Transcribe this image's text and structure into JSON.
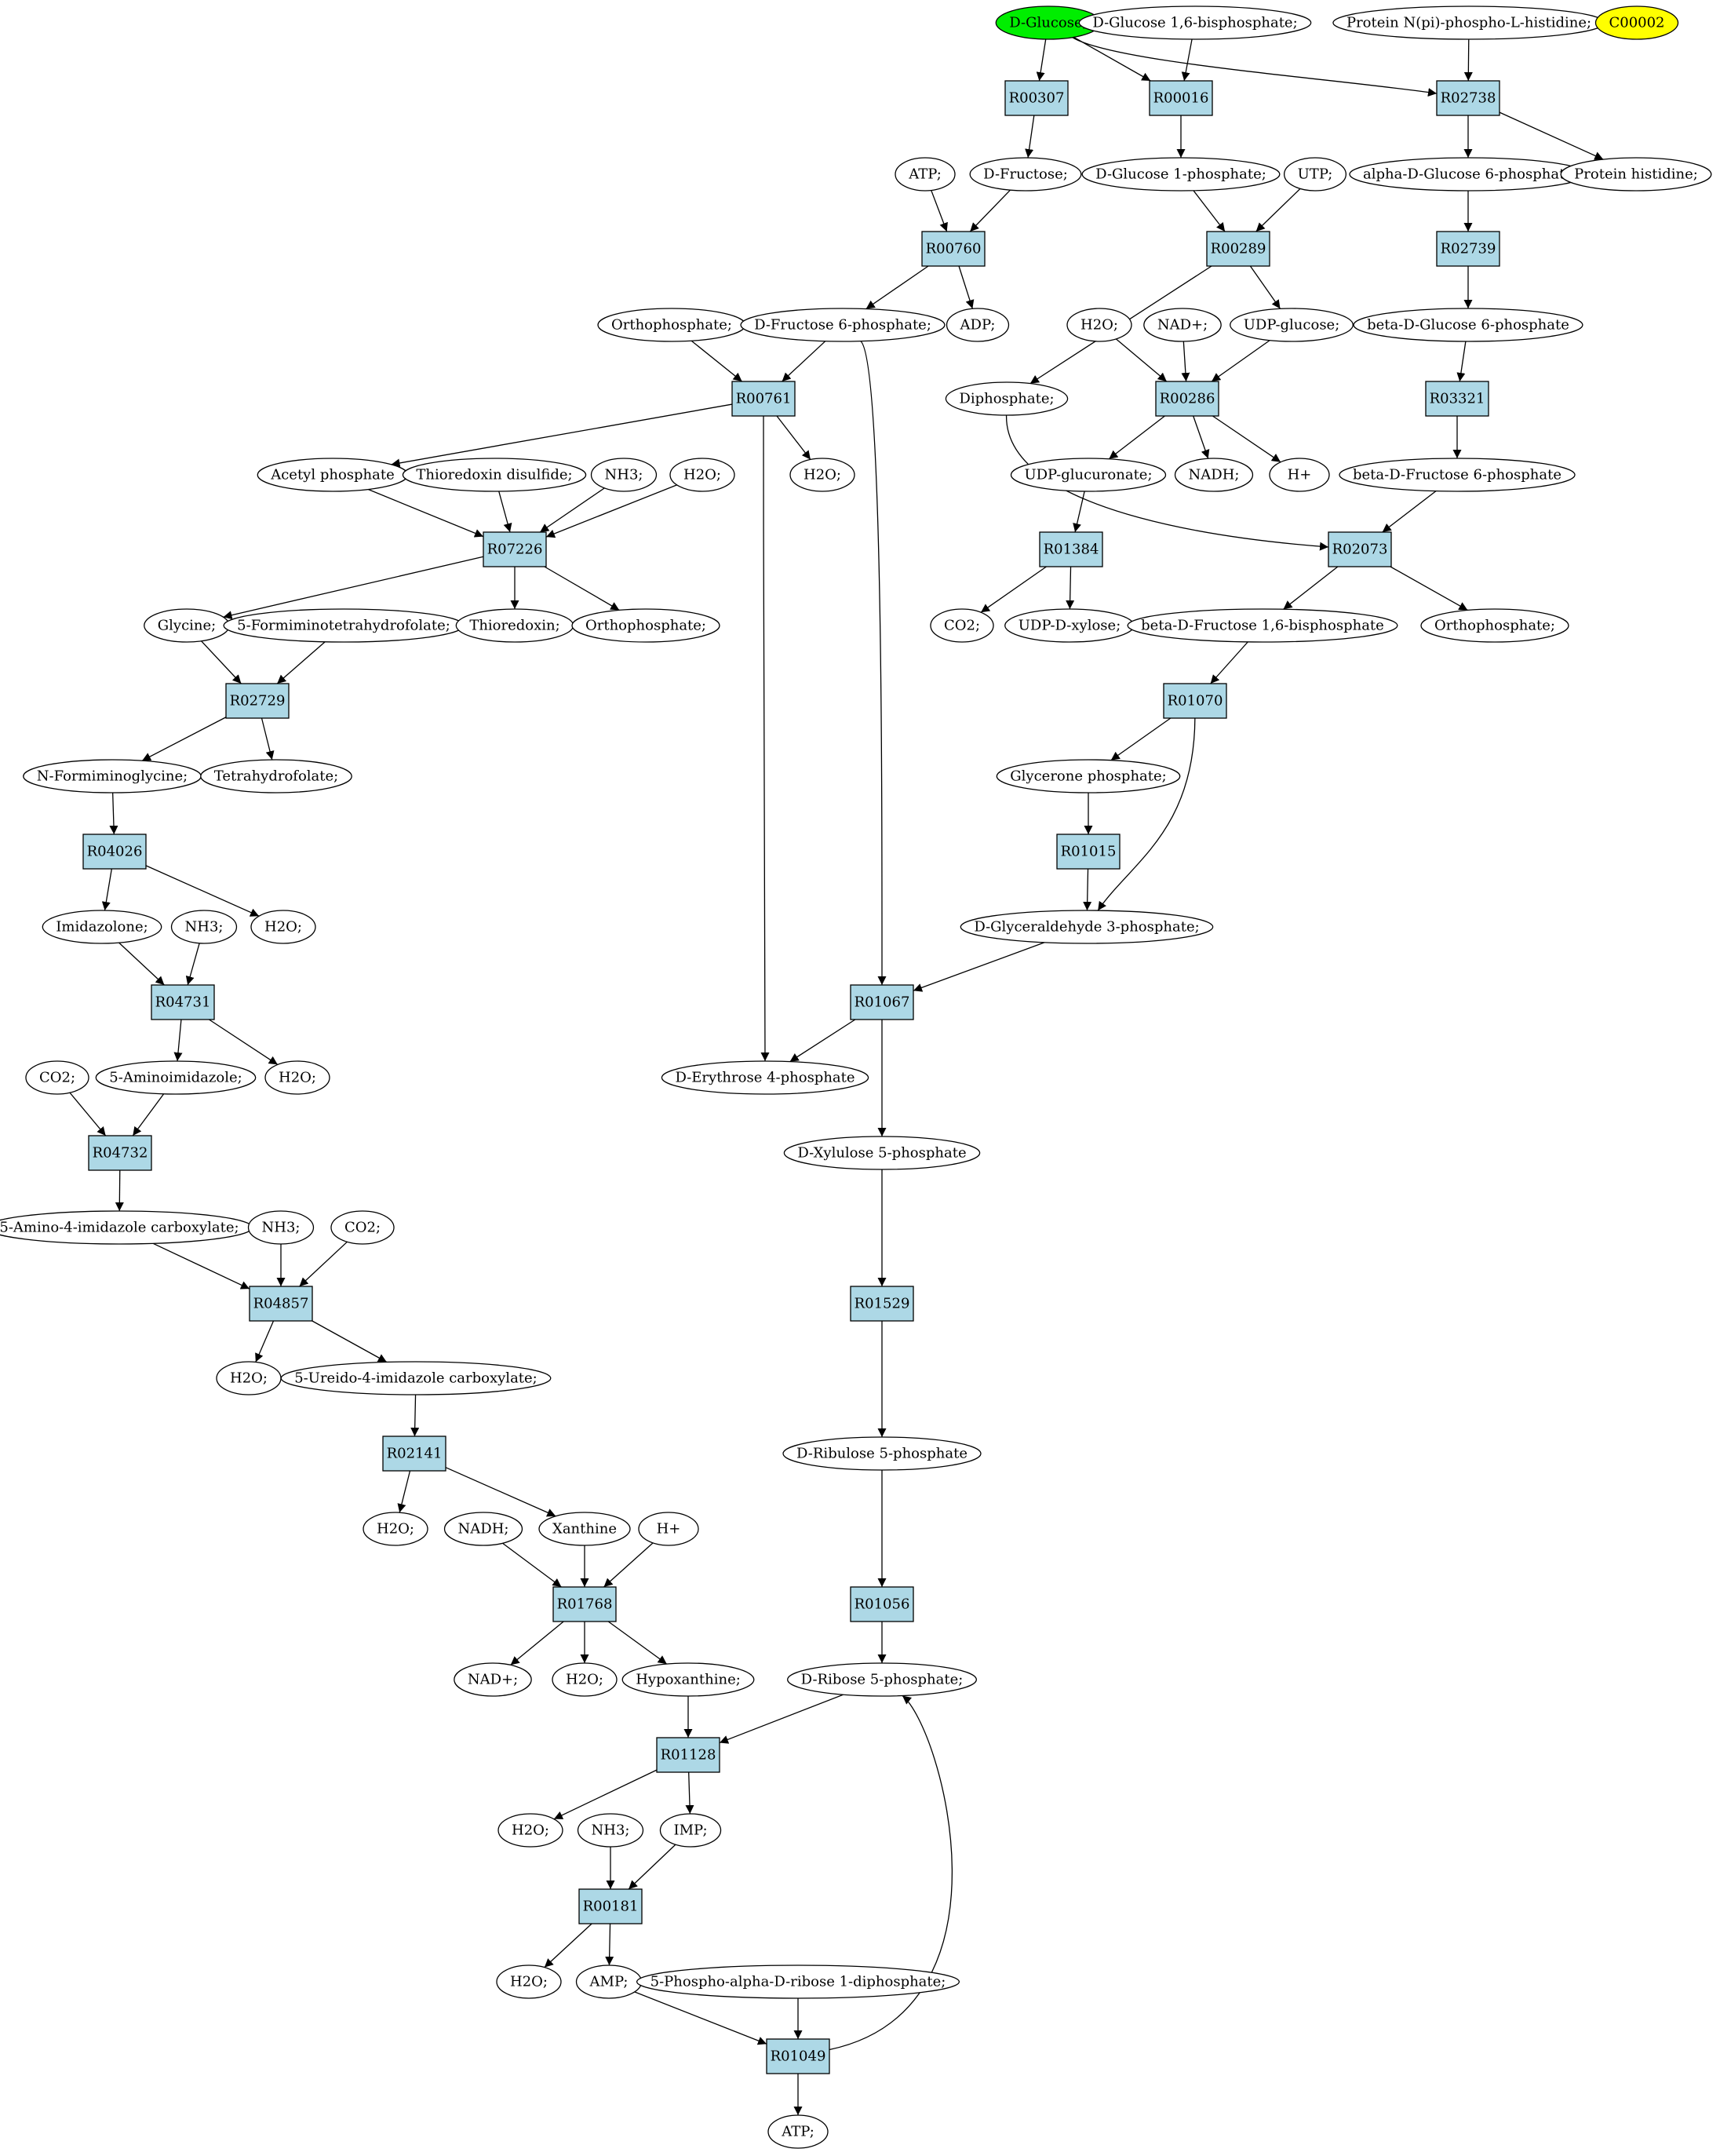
{
  "colors": {
    "reaction_fill": "#add8e6",
    "metabolite_fill": "#ffffff",
    "source_fill": "#00ee00",
    "highlight_fill": "#ffff00",
    "stroke": "#000000"
  },
  "nodes": [
    {
      "id": "m_glucose",
      "kind": "metabolite",
      "label": "D-Glucose;",
      "fill": "source"
    },
    {
      "id": "m_g16bp",
      "kind": "metabolite",
      "label": "D-Glucose 1,6-bisphosphate;"
    },
    {
      "id": "m_protphos",
      "kind": "metabolite",
      "label": "Protein N(pi)-phospho-L-histidine;"
    },
    {
      "id": "m_c00002",
      "kind": "metabolite",
      "label": "C00002",
      "fill": "highlight"
    },
    {
      "id": "R00307",
      "kind": "reaction",
      "label": "R00307"
    },
    {
      "id": "R00016",
      "kind": "reaction",
      "label": "R00016"
    },
    {
      "id": "R02738",
      "kind": "reaction",
      "label": "R02738"
    },
    {
      "id": "m_atp1",
      "kind": "metabolite",
      "label": "ATP;"
    },
    {
      "id": "m_fructose",
      "kind": "metabolite",
      "label": "D-Fructose;"
    },
    {
      "id": "m_g1p",
      "kind": "metabolite",
      "label": "D-Glucose 1-phosphate;"
    },
    {
      "id": "m_utp",
      "kind": "metabolite",
      "label": "UTP;"
    },
    {
      "id": "m_ag6p",
      "kind": "metabolite",
      "label": "alpha-D-Glucose 6-phosphate"
    },
    {
      "id": "m_prothis",
      "kind": "metabolite",
      "label": "Protein histidine;"
    },
    {
      "id": "R00760",
      "kind": "reaction",
      "label": "R00760"
    },
    {
      "id": "R00289",
      "kind": "reaction",
      "label": "R00289"
    },
    {
      "id": "R02739",
      "kind": "reaction",
      "label": "R02739"
    },
    {
      "id": "m_ortho1",
      "kind": "metabolite",
      "label": "Orthophosphate;"
    },
    {
      "id": "m_f6p",
      "kind": "metabolite",
      "label": "D-Fructose 6-phosphate;"
    },
    {
      "id": "m_adp",
      "kind": "metabolite",
      "label": "ADP;"
    },
    {
      "id": "m_h2o_a",
      "kind": "metabolite",
      "label": "H2O;"
    },
    {
      "id": "m_nad1",
      "kind": "metabolite",
      "label": "NAD+;"
    },
    {
      "id": "m_udpglc",
      "kind": "metabolite",
      "label": "UDP-glucose;"
    },
    {
      "id": "m_bg6p",
      "kind": "metabolite",
      "label": "beta-D-Glucose 6-phosphate"
    },
    {
      "id": "R00761",
      "kind": "reaction",
      "label": "R00761"
    },
    {
      "id": "m_diphos",
      "kind": "metabolite",
      "label": "Diphosphate;"
    },
    {
      "id": "R00286",
      "kind": "reaction",
      "label": "R00286"
    },
    {
      "id": "R03321",
      "kind": "reaction",
      "label": "R03321"
    },
    {
      "id": "m_acp",
      "kind": "metabolite",
      "label": "Acetyl phosphate"
    },
    {
      "id": "m_trxss",
      "kind": "metabolite",
      "label": "Thioredoxin disulfide;"
    },
    {
      "id": "m_nh3_a",
      "kind": "metabolite",
      "label": "NH3;"
    },
    {
      "id": "m_h2o_b",
      "kind": "metabolite",
      "label": "H2O;"
    },
    {
      "id": "m_h2o_c",
      "kind": "metabolite",
      "label": "H2O;"
    },
    {
      "id": "m_udpglcu",
      "kind": "metabolite",
      "label": "UDP-glucuronate;"
    },
    {
      "id": "m_nadh1",
      "kind": "metabolite",
      "label": "NADH;"
    },
    {
      "id": "m_hplus1",
      "kind": "metabolite",
      "label": "H+"
    },
    {
      "id": "m_bf6p",
      "kind": "metabolite",
      "label": "beta-D-Fructose 6-phosphate"
    },
    {
      "id": "R07226",
      "kind": "reaction",
      "label": "R07226"
    },
    {
      "id": "R01384",
      "kind": "reaction",
      "label": "R01384"
    },
    {
      "id": "R02073",
      "kind": "reaction",
      "label": "R02073"
    },
    {
      "id": "m_glycine",
      "kind": "metabolite",
      "label": "Glycine;"
    },
    {
      "id": "m_fthf",
      "kind": "metabolite",
      "label": "5-Formiminotetrahydrofolate;"
    },
    {
      "id": "m_trx",
      "kind": "metabolite",
      "label": "Thioredoxin;"
    },
    {
      "id": "m_ortho2",
      "kind": "metabolite",
      "label": "Orthophosphate;"
    },
    {
      "id": "m_co2_a",
      "kind": "metabolite",
      "label": "CO2;"
    },
    {
      "id": "m_udpxyl",
      "kind": "metabolite",
      "label": "UDP-D-xylose;"
    },
    {
      "id": "m_bf16bp",
      "kind": "metabolite",
      "label": "beta-D-Fructose 1,6-bisphosphate"
    },
    {
      "id": "m_ortho3",
      "kind": "metabolite",
      "label": "Orthophosphate;"
    },
    {
      "id": "R02729",
      "kind": "reaction",
      "label": "R02729"
    },
    {
      "id": "R01070",
      "kind": "reaction",
      "label": "R01070"
    },
    {
      "id": "m_nfgly",
      "kind": "metabolite",
      "label": "N-Formiminoglycine;"
    },
    {
      "id": "m_thf",
      "kind": "metabolite",
      "label": "Tetrahydrofolate;"
    },
    {
      "id": "m_dhap",
      "kind": "metabolite",
      "label": "Glycerone phosphate;"
    },
    {
      "id": "R04026",
      "kind": "reaction",
      "label": "R04026"
    },
    {
      "id": "R01015",
      "kind": "reaction",
      "label": "R01015"
    },
    {
      "id": "m_imidaz",
      "kind": "metabolite",
      "label": "Imidazolone;"
    },
    {
      "id": "m_nh3_b",
      "kind": "metabolite",
      "label": "NH3;"
    },
    {
      "id": "m_h2o_d",
      "kind": "metabolite",
      "label": "H2O;"
    },
    {
      "id": "m_g3p",
      "kind": "metabolite",
      "label": "D-Glyceraldehyde 3-phosphate;"
    },
    {
      "id": "R04731",
      "kind": "reaction",
      "label": "R04731"
    },
    {
      "id": "R01067",
      "kind": "reaction",
      "label": "R01067"
    },
    {
      "id": "m_co2_b",
      "kind": "metabolite",
      "label": "CO2;"
    },
    {
      "id": "m_5ai",
      "kind": "metabolite",
      "label": "5-Aminoimidazole;"
    },
    {
      "id": "m_h2o_e",
      "kind": "metabolite",
      "label": "H2O;"
    },
    {
      "id": "m_e4p",
      "kind": "metabolite",
      "label": "D-Erythrose 4-phosphate"
    },
    {
      "id": "R04732",
      "kind": "reaction",
      "label": "R04732"
    },
    {
      "id": "m_x5p",
      "kind": "metabolite",
      "label": "D-Xylulose 5-phosphate"
    },
    {
      "id": "m_aica",
      "kind": "metabolite",
      "label": "5-Amino-4-imidazole carboxylate;"
    },
    {
      "id": "m_nh3_c",
      "kind": "metabolite",
      "label": "NH3;"
    },
    {
      "id": "m_co2_c",
      "kind": "metabolite",
      "label": "CO2;"
    },
    {
      "id": "R04857",
      "kind": "reaction",
      "label": "R04857"
    },
    {
      "id": "R01529",
      "kind": "reaction",
      "label": "R01529"
    },
    {
      "id": "m_h2o_f",
      "kind": "metabolite",
      "label": "H2O;"
    },
    {
      "id": "m_uica",
      "kind": "metabolite",
      "label": "5-Ureido-4-imidazole carboxylate;"
    },
    {
      "id": "R02141",
      "kind": "reaction",
      "label": "R02141"
    },
    {
      "id": "m_ru5p",
      "kind": "metabolite",
      "label": "D-Ribulose 5-phosphate"
    },
    {
      "id": "m_h2o_g",
      "kind": "metabolite",
      "label": "H2O;"
    },
    {
      "id": "m_nadh2",
      "kind": "metabolite",
      "label": "NADH;"
    },
    {
      "id": "m_xanthine",
      "kind": "metabolite",
      "label": "Xanthine"
    },
    {
      "id": "m_hplus2",
      "kind": "metabolite",
      "label": "H+"
    },
    {
      "id": "R01768",
      "kind": "reaction",
      "label": "R01768"
    },
    {
      "id": "R01056",
      "kind": "reaction",
      "label": "R01056"
    },
    {
      "id": "m_nad2",
      "kind": "metabolite",
      "label": "NAD+;"
    },
    {
      "id": "m_h2o_h",
      "kind": "metabolite",
      "label": "H2O;"
    },
    {
      "id": "m_hypox",
      "kind": "metabolite",
      "label": "Hypoxanthine;"
    },
    {
      "id": "m_r5p",
      "kind": "metabolite",
      "label": "D-Ribose 5-phosphate;"
    },
    {
      "id": "R01128",
      "kind": "reaction",
      "label": "R01128"
    },
    {
      "id": "m_h2o_i",
      "kind": "metabolite",
      "label": "H2O;"
    },
    {
      "id": "m_nh3_d",
      "kind": "metabolite",
      "label": "NH3;"
    },
    {
      "id": "m_imp",
      "kind": "metabolite",
      "label": "IMP;"
    },
    {
      "id": "R00181",
      "kind": "reaction",
      "label": "R00181"
    },
    {
      "id": "m_h2o_j",
      "kind": "metabolite",
      "label": "H2O;"
    },
    {
      "id": "m_amp",
      "kind": "metabolite",
      "label": "AMP;"
    },
    {
      "id": "m_prpp",
      "kind": "metabolite",
      "label": "5-Phospho-alpha-D-ribose 1-diphosphate;"
    },
    {
      "id": "R01049",
      "kind": "reaction",
      "label": "R01049"
    },
    {
      "id": "m_atp2",
      "kind": "metabolite",
      "label": "ATP;"
    }
  ],
  "edges": [
    [
      "m_glucose",
      "R00307"
    ],
    [
      "m_glucose",
      "R00016"
    ],
    [
      "m_glucose",
      "R02738"
    ],
    [
      "m_g16bp",
      "R00016"
    ],
    [
      "m_protphos",
      "R02738"
    ],
    [
      "R00307",
      "m_fructose"
    ],
    [
      "R00016",
      "m_g1p"
    ],
    [
      "R02738",
      "m_ag6p"
    ],
    [
      "R02738",
      "m_prothis"
    ],
    [
      "m_atp1",
      "R00760"
    ],
    [
      "m_fructose",
      "R00760"
    ],
    [
      "m_g1p",
      "R00289"
    ],
    [
      "m_utp",
      "R00289"
    ],
    [
      "m_ag6p",
      "R02739"
    ],
    [
      "R00760",
      "m_f6p"
    ],
    [
      "R00760",
      "m_adp"
    ],
    [
      "R00289",
      "m_udpglc"
    ],
    [
      "R00289",
      "m_diphos"
    ],
    [
      "R02739",
      "m_bg6p"
    ],
    [
      "m_ortho1",
      "R00761"
    ],
    [
      "m_f6p",
      "R00761"
    ],
    [
      "m_f6p",
      "R01067"
    ],
    [
      "m_h2o_a",
      "R00286"
    ],
    [
      "m_nad1",
      "R00286"
    ],
    [
      "m_udpglc",
      "R00286"
    ],
    [
      "m_bg6p",
      "R03321"
    ],
    [
      "R00761",
      "m_acp"
    ],
    [
      "R00761",
      "m_h2o_c"
    ],
    [
      "R00761",
      "m_e4p"
    ],
    [
      "m_diphos",
      "R02073"
    ],
    [
      "R00286",
      "m_udpglcu"
    ],
    [
      "R00286",
      "m_nadh1"
    ],
    [
      "R00286",
      "m_hplus1"
    ],
    [
      "R03321",
      "m_bf6p"
    ],
    [
      "m_acp",
      "R07226"
    ],
    [
      "m_trxss",
      "R07226"
    ],
    [
      "m_nh3_a",
      "R07226"
    ],
    [
      "m_h2o_b",
      "R07226"
    ],
    [
      "m_udpglcu",
      "R01384"
    ],
    [
      "m_bf6p",
      "R02073"
    ],
    [
      "R07226",
      "m_glycine"
    ],
    [
      "R07226",
      "m_trx"
    ],
    [
      "R07226",
      "m_ortho2"
    ],
    [
      "R01384",
      "m_co2_a"
    ],
    [
      "R01384",
      "m_udpxyl"
    ],
    [
      "R02073",
      "m_bf16bp"
    ],
    [
      "R02073",
      "m_ortho3"
    ],
    [
      "m_glycine",
      "R02729"
    ],
    [
      "m_fthf",
      "R02729"
    ],
    [
      "m_bf16bp",
      "R01070"
    ],
    [
      "R02729",
      "m_nfgly"
    ],
    [
      "R02729",
      "m_thf"
    ],
    [
      "R01070",
      "m_dhap"
    ],
    [
      "R01070",
      "m_g3p"
    ],
    [
      "m_nfgly",
      "R04026"
    ],
    [
      "m_dhap",
      "R01015"
    ],
    [
      "R04026",
      "m_imidaz"
    ],
    [
      "R04026",
      "m_h2o_d"
    ],
    [
      "R01015",
      "m_g3p"
    ],
    [
      "m_imidaz",
      "R04731"
    ],
    [
      "m_nh3_b",
      "R04731"
    ],
    [
      "m_g3p",
      "R01067"
    ],
    [
      "R04731",
      "m_5ai"
    ],
    [
      "R04731",
      "m_h2o_e"
    ],
    [
      "R01067",
      "m_e4p"
    ],
    [
      "R01067",
      "m_x5p"
    ],
    [
      "m_co2_b",
      "R04732"
    ],
    [
      "m_5ai",
      "R04732"
    ],
    [
      "m_x5p",
      "R01529"
    ],
    [
      "R04732",
      "m_aica"
    ],
    [
      "m_aica",
      "R04857"
    ],
    [
      "m_nh3_c",
      "R04857"
    ],
    [
      "m_co2_c",
      "R04857"
    ],
    [
      "R01529",
      "m_ru5p"
    ],
    [
      "R04857",
      "m_h2o_f"
    ],
    [
      "R04857",
      "m_uica"
    ],
    [
      "m_uica",
      "R02141"
    ],
    [
      "m_ru5p",
      "R01056"
    ],
    [
      "R02141",
      "m_h2o_g"
    ],
    [
      "R02141",
      "m_xanthine"
    ],
    [
      "m_nadh2",
      "R01768"
    ],
    [
      "m_xanthine",
      "R01768"
    ],
    [
      "m_hplus2",
      "R01768"
    ],
    [
      "R01056",
      "m_r5p"
    ],
    [
      "R01768",
      "m_nad2"
    ],
    [
      "R01768",
      "m_h2o_h"
    ],
    [
      "R01768",
      "m_hypox"
    ],
    [
      "m_hypox",
      "R01128"
    ],
    [
      "m_r5p",
      "R01128"
    ],
    [
      "R01128",
      "m_h2o_i"
    ],
    [
      "R01128",
      "m_imp"
    ],
    [
      "m_nh3_d",
      "R00181"
    ],
    [
      "m_imp",
      "R00181"
    ],
    [
      "R00181",
      "m_h2o_j"
    ],
    [
      "R00181",
      "m_amp"
    ],
    [
      "m_amp",
      "R01049"
    ],
    [
      "m_prpp",
      "R01049"
    ],
    [
      "R01049",
      "m_atp2"
    ],
    [
      "R01049",
      "m_r5p"
    ]
  ]
}
